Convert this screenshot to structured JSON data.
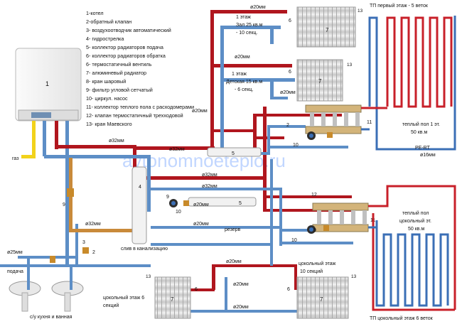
{
  "legend": [
    "1-котел",
    "2-обратный клапан",
    "3- воздухоотводчик автоматический",
    "4- гидрострелка",
    "5- коллектор радиаторов подача",
    "6- коллектор радиаторов обратка",
    "6- термостатичный вентиль",
    "7- алюминевый радиатор",
    "8- кран шаровый",
    "9- фильтр угловой сетчатый",
    "10- циркул. насос",
    "11- коллектор теплого пола с расходомерами",
    "12- клапан термостатичный трехходовой",
    "13- кран Маевского"
  ],
  "labels": {
    "boiler_num": "1",
    "gas": "газ",
    "supply": "подача",
    "kitchen_bath": "с/у кухня и  ванная",
    "drain": "слив в канализацию",
    "reserve": "резерв",
    "watermark": "avtonomnoeteplo.ru",
    "floor1_hall_1": "1 этаж",
    "floor1_hall_2": "Зал 25 кв.м",
    "floor1_hall_3": "- 10 секц.",
    "floor1_child_1": "1 этаж",
    "floor1_child_2": "Детская 15 кв.м",
    "floor1_child_3": "- 6 секц.",
    "tp_first": "ТП первый этаж - 5 веток",
    "warm_floor1_1": "теплый пол 1 эт.",
    "warm_floor1_2": "50 кв.м",
    "pe_rt": "PE-RT",
    "d16": "ø16мм",
    "warm_base_1": "теплый пол",
    "warm_base_2": "цокольный эт.",
    "warm_base_3": "50 кв.м",
    "base_left_1": "цокольный этаж 6",
    "base_left_2": "секций",
    "base_right_1": "цокольный этаж",
    "base_right_2": "10 секций",
    "tp_base": "ТП цокольный этаж 6 веток"
  },
  "pipe_labels": {
    "d20a": "ø20мм",
    "d20b": "ø20мм",
    "d20c": "ø20мм",
    "d20d": "ø20мм",
    "d20e": "ø20мм",
    "d20f": "ø20мм",
    "d20g": "ø20мм",
    "d20h": "ø20мм",
    "d20i": "ø20мм",
    "d32a": "ø32мм",
    "d32b": "ø32мм",
    "d32c": "ø32мм",
    "d32d": "ø32мм",
    "d32e": "ø32мм",
    "d25": "ø25мм"
  },
  "nums": {
    "n6a": "6",
    "n7a": "7",
    "n13a": "13",
    "n6b": "6",
    "n7b": "7",
    "n13b": "13",
    "n4": "4",
    "n5a": "5",
    "n5b": "5",
    "n9a": "9",
    "n9b": "9",
    "n9c": "9",
    "n2a": "2",
    "n2b": "2",
    "n3": "3",
    "n10a": "10",
    "n10b": "10",
    "n10c": "10",
    "n11a": "11",
    "n11b": "11",
    "n12": "12",
    "n13c": "13",
    "n7c": "7",
    "n6c": "6",
    "n13d": "13",
    "n7d": "7",
    "n6d": "6"
  },
  "colors": {
    "supply": "#b0161e",
    "return": "#5d8ec6",
    "gas": "#f2d21b",
    "bypass": "#c98a3a",
    "radiator": "#d5d5d5",
    "floor_red": "#c8202a",
    "floor_blue": "#3b6fb6"
  }
}
